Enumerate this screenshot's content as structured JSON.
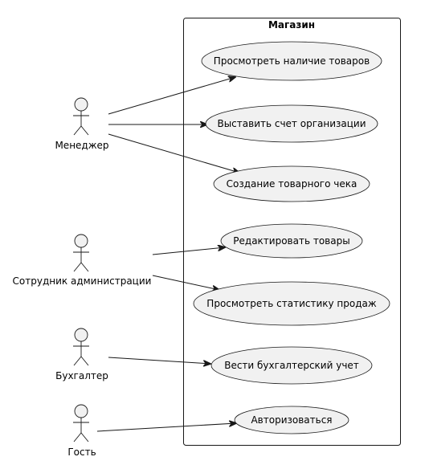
{
  "system": {
    "title": "Магазин"
  },
  "actors": [
    {
      "id": "manager",
      "label": "Менеджер"
    },
    {
      "id": "admin_staff",
      "label": "Сотрудник администрации"
    },
    {
      "id": "accountant",
      "label": "Бухгалтер"
    },
    {
      "id": "guest",
      "label": "Гость"
    }
  ],
  "use_cases": [
    {
      "id": "uc1",
      "label": "Просмотреть наличие товаров"
    },
    {
      "id": "uc2",
      "label": "Выставить счет организации"
    },
    {
      "id": "uc3",
      "label": "Создание товарного чека"
    },
    {
      "id": "uc4",
      "label": "Редактировать товары"
    },
    {
      "id": "uc5",
      "label": "Просмотреть статистику продаж"
    },
    {
      "id": "uc6",
      "label": "Вести бухгалтерский учет"
    },
    {
      "id": "uc7",
      "label": "Авторизоваться"
    }
  ],
  "associations": [
    {
      "from": "manager",
      "to": "uc1"
    },
    {
      "from": "manager",
      "to": "uc2"
    },
    {
      "from": "manager",
      "to": "uc3"
    },
    {
      "from": "admin_staff",
      "to": "uc4"
    },
    {
      "from": "admin_staff",
      "to": "uc5"
    },
    {
      "from": "accountant",
      "to": "uc6"
    },
    {
      "from": "guest",
      "to": "uc7"
    }
  ],
  "colors": {
    "use_case_fill": "#f1f1f1",
    "stroke": "#181818",
    "background": "#ffffff"
  }
}
